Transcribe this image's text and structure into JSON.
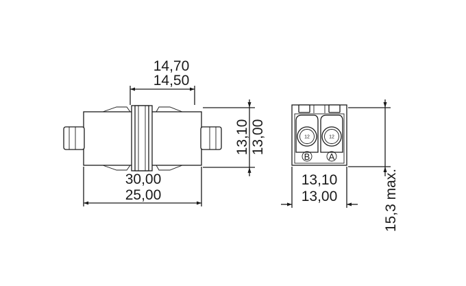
{
  "side_view": {
    "top_dims": [
      "14,70",
      "14,50"
    ],
    "right_dims": [
      "13,10",
      "13,00"
    ],
    "bottom_dims": [
      "30,00",
      "25,00"
    ]
  },
  "front_view": {
    "port_codes": [
      "12",
      "12"
    ],
    "port_labels": [
      "B",
      "A"
    ],
    "bottom_dims": [
      "13,10",
      "13,00"
    ],
    "right_dim": "15,3 max."
  }
}
